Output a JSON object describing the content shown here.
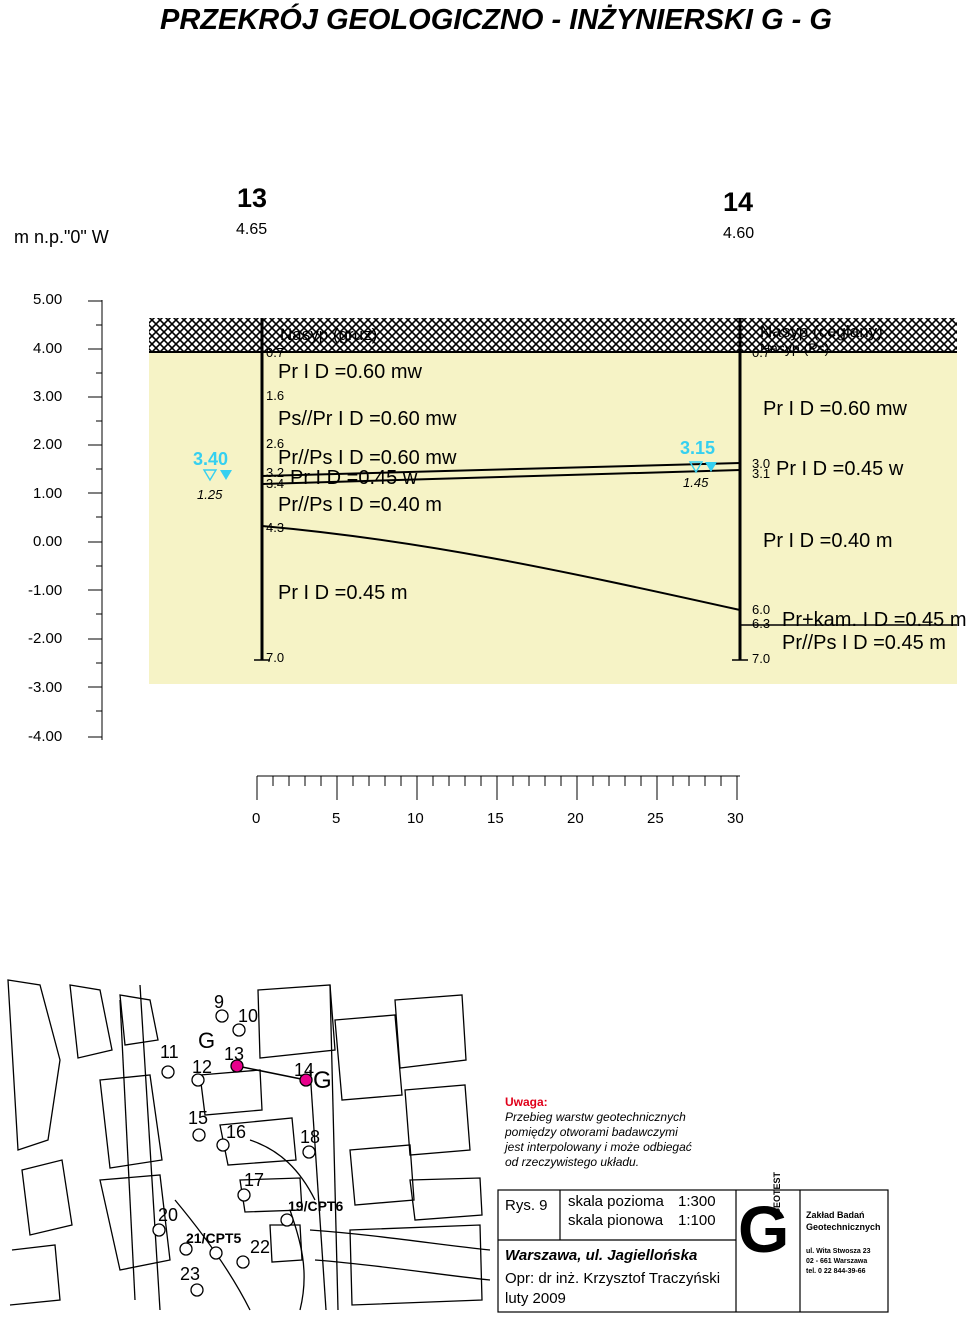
{
  "title": "PRZEKRÓJ GEOLOGICZNO - INŻYNIERSKI  G - G",
  "elevation_label": "m n.p.\"0\" W",
  "boreholes": [
    {
      "number": "13",
      "elevation": "4.65",
      "layers": [
        "Nasyp (gruz)",
        "Pr  I D =0.60 mw",
        "Ps//Pr  I D =0.60 mw",
        "Pr//Ps  I D =0.60 mw",
        "Pr  I D =0.45 w",
        "Pr//Ps  I D =0.40 m",
        "Pr  I D =0.45 m"
      ],
      "depths": [
        "0.7",
        "1.6",
        "2.6",
        "3.2",
        "3.4",
        "4.3",
        "7.0"
      ],
      "water_level": "3.40",
      "water_depth": "1.25"
    },
    {
      "number": "14",
      "elevation": "4.60",
      "layers": [
        "Nasyp (ceglany)",
        "Nasyp (Ps)",
        "Pr  I D =0.60 mw",
        "Pr  I D =0.45 w",
        "Pr  I D =0.40 m",
        "Pr+kam.  I D =0.45 m",
        "Pr//Ps  I D =0.45 m"
      ],
      "depths": [
        "0.7",
        "3.0",
        "3.1",
        "6.0",
        "6.3",
        "7.0"
      ],
      "water_level": "3.15",
      "water_depth": "1.45"
    }
  ],
  "y_axis": [
    "5.00",
    "4.00",
    "3.00",
    "2.00",
    "1.00",
    "0.00",
    "-1.00",
    "-2.00",
    "-3.00",
    "-4.00"
  ],
  "x_axis": [
    "0",
    "5",
    "10",
    "15",
    "20",
    "25",
    "30"
  ],
  "map": {
    "points": [
      "9",
      "10",
      "11",
      "12",
      "13",
      "14",
      "15",
      "16",
      "17",
      "18",
      "19/CPT6",
      "20",
      "21/CPT5",
      "22",
      "23"
    ],
    "section_label_left": "G",
    "section_label_right": "G"
  },
  "note": {
    "heading": "Uwaga:",
    "lines": [
      "Przebieg warstw geotechnicznych",
      "pomiędzy otworami badawczymi",
      "jest interpolowany i może odbiegać",
      "od rzeczywistego układu."
    ]
  },
  "title_block": {
    "figure": "Rys. 9",
    "scale_h_label": "skala pozioma",
    "scale_h": "1:300",
    "scale_v_label": "skala pionowa",
    "scale_v": "1:100",
    "location": "Warszawa, ul. Jagiellońska",
    "author": "Opr: dr inż. Krzysztof Traczyński",
    "date": "luty 2009",
    "logo_letter": "G",
    "logo_text": "GEOTEST",
    "company_l1": "Zakład Badań",
    "company_l2": "Geotechnicznych",
    "address_l1": "ul. Wita Stwosza 23",
    "address_l2": "02 - 661 Warszawa",
    "address_l3": "tel. 0 22 844-39-66"
  },
  "colors": {
    "sand": "#f6f3c6",
    "water": "#35d0f0",
    "section_point": "#e8008c",
    "note_heading": "#e0001a"
  }
}
